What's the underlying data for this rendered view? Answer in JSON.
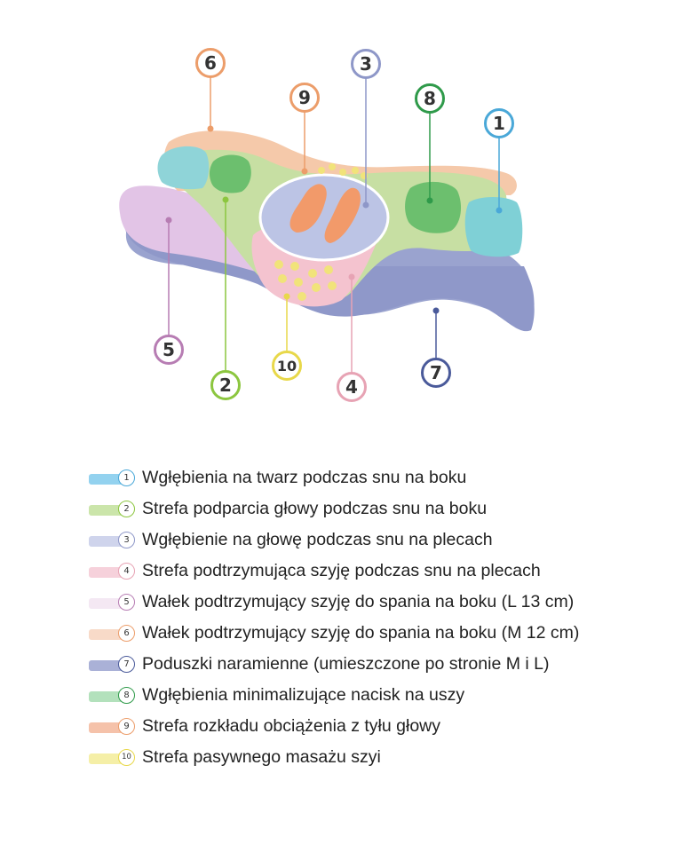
{
  "callouts": [
    {
      "num": "1",
      "color": "#4aa8d8"
    },
    {
      "num": "2",
      "color": "#8cc63f"
    },
    {
      "num": "3",
      "color": "#8e97c8"
    },
    {
      "num": "4",
      "color": "#e7a3b4"
    },
    {
      "num": "5",
      "color": "#b77db3"
    },
    {
      "num": "6",
      "color": "#ec9d6a"
    },
    {
      "num": "7",
      "color": "#4a5a9a"
    },
    {
      "num": "8",
      "color": "#2f9a4a"
    },
    {
      "num": "9",
      "color": "#ec9d6a"
    },
    {
      "num": "10",
      "color": "#e8d84a"
    }
  ],
  "legend": [
    {
      "num": "1",
      "text": "Wgłębienia na twarz podczas snu na boku",
      "color": "#6fc3ea"
    },
    {
      "num": "2",
      "text": "Strefa podparcia głowy podczas snu na boku",
      "color": "#b9dc8e"
    },
    {
      "num": "3",
      "text": "Wgłębienie na głowę podczas snu na plecach",
      "color": "#bfc6e6"
    },
    {
      "num": "4",
      "text": "Strefa podtrzymująca szyję podczas snu na plecach",
      "color": "#f3c2cf"
    },
    {
      "num": "5",
      "text": "Wałek podtrzymujący szyję do spania na boku (L 13 cm)",
      "color": "#f0e0ef"
    },
    {
      "num": "6",
      "text": "Wałek podtrzymujący szyję do spania na boku (M 12 cm)",
      "color": "#f6cdb6"
    },
    {
      "num": "7",
      "text": "Poduszki naramienne (umieszczone po stronie M i L)",
      "color": "#8d97c9"
    },
    {
      "num": "8",
      "text": "Wgłębienia minimalizujące nacisk na uszy",
      "color": "#9ad7a6"
    },
    {
      "num": "9",
      "text": "Strefa rozkładu obciążenia z tyłu głowy",
      "color": "#f2ad8e"
    },
    {
      "num": "10",
      "text": "Strefa pasywnego masażu szyi",
      "color": "#f1e98a"
    }
  ]
}
